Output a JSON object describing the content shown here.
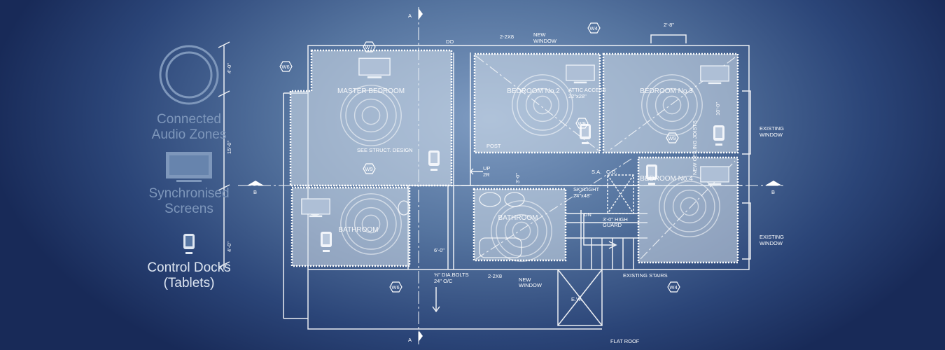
{
  "legend": {
    "items": [
      {
        "icon": "speaker-zone-icon",
        "label_line1": "Connected",
        "label_line2": "Audio Zones",
        "active": false
      },
      {
        "icon": "tv-screen-icon",
        "label_line1": "Synchronised",
        "label_line2": "Screens",
        "active": false
      },
      {
        "icon": "tablet-icon",
        "label_line1": "Control Docks",
        "label_line2": "(Tablets)",
        "active": true
      }
    ]
  },
  "floorplan": {
    "rooms": {
      "master": "MASTER BEDROOM",
      "bed2": "BEDROOM No.2",
      "bed3": "BEDROOM No.3",
      "bed4": "BEDROOM No.4",
      "bath1": "BATHROOM",
      "bath2": "BATHROOM"
    },
    "notes": {
      "see_struct": "SEE STRUCT. DESIGN",
      "do": "DO",
      "top_2x8": "2-2X8",
      "new_window_1": "NEW",
      "new_window_2": "WINDOW",
      "attic_1": "ATTIC ACCESS",
      "attic_2": "22\"x28\"",
      "post": "POST",
      "up": "UP",
      "2r": "2R",
      "sa": "S.A.",
      "co": "C.O.",
      "skylight_1": "SKYLIGHT",
      "skylight_2": "24\"x48\"",
      "dn": "DN",
      "guard_1": "3'-0\" HIGH",
      "guard_2": "GUARD",
      "bolts_1": "⅝\" DIA.BOLTS",
      "bolts_2": "24\" O/C",
      "bottom_2x8": "2-2X8",
      "existing_stairs": "EXISTING STAIRS",
      "ew": "E.W.",
      "flat_roof": "FLAT ROOF",
      "existing_window": "EXISTING",
      "window": "WINDOW",
      "joists": "NEW CEILING JOISTS",
      "dim_top": "2'-8\"",
      "dim_4a": "4'-0\"",
      "dim_15": "15'-0\"",
      "dim_4b": "4'-0\"",
      "dim_6": "6'-0\"",
      "dim_3": "3'-0\"",
      "dim_10": "10'-0\""
    },
    "tags": [
      "W7",
      "W4",
      "W6",
      "W9",
      "W9",
      "W9",
      "W6",
      "W4"
    ],
    "sections": {
      "a": "A",
      "b": "B"
    }
  },
  "colors": {
    "background": "#2b4578",
    "line": "#ffffff",
    "room_fill": "#d7e1ec"
  }
}
